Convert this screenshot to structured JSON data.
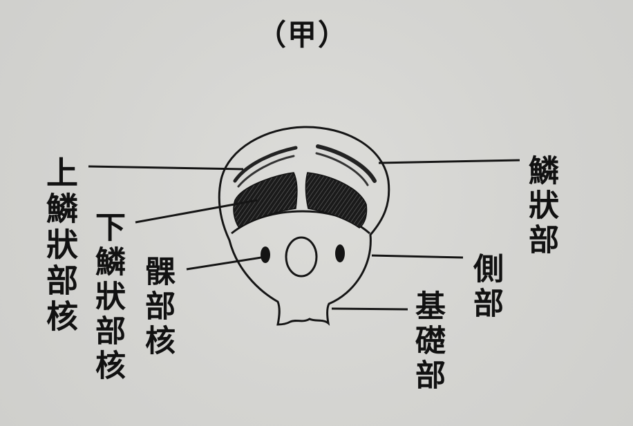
{
  "figure": {
    "title": "（甲）",
    "labels": {
      "upper_squamous_nucleus": "上鱗狀部核",
      "lower_squamous_nucleus": "下鱗狀部核",
      "temporal_nucleus": "髁部核",
      "squamous_part": "鱗狀部",
      "lateral_part": "側部",
      "basal_part": "基礎部"
    }
  }
}
